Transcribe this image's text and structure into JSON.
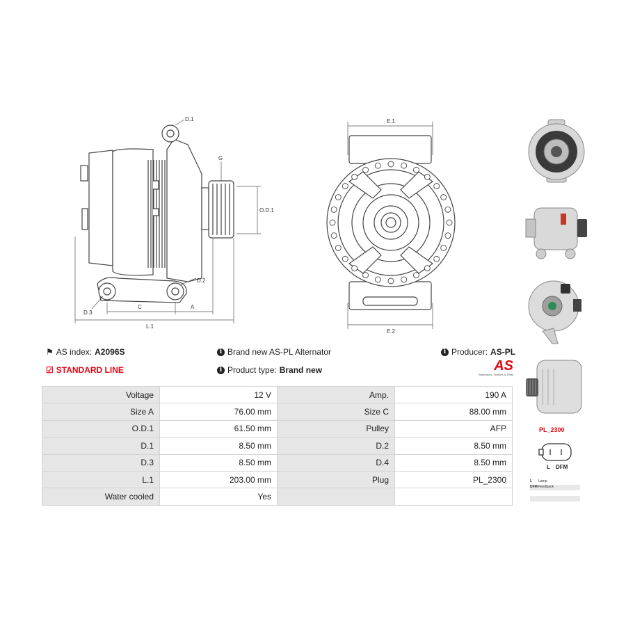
{
  "drawing": {
    "side_labels": {
      "d1": "D.1",
      "g": "G",
      "od1": "O.D.1",
      "d2": "D.2",
      "d3": "D.3",
      "c": "C",
      "a": "A",
      "l1": "L.1"
    },
    "front_labels": {
      "e1": "E.1",
      "e2": "E.2"
    }
  },
  "info": {
    "as_index_label": "AS index:",
    "as_index_value": "A2096S",
    "brand_new_text": "Brand new AS-PL Alternator",
    "producer_label": "Producer:",
    "producer_value": "AS-PL",
    "standard_line": "STANDARD LINE",
    "product_type_label": "Product type:",
    "product_type_value": "Brand new",
    "logo_text": "AS",
    "logo_tagline": "Alternators, Starters & Parts"
  },
  "specs": [
    [
      "Voltage",
      "12 V",
      "Amp.",
      "190 A"
    ],
    [
      "Size A",
      "76.00 mm",
      "Size C",
      "88.00 mm"
    ],
    [
      "O.D.1",
      "61.50 mm",
      "Pulley",
      "AFP"
    ],
    [
      "D.1",
      "8.50 mm",
      "D.2",
      "8.50 mm"
    ],
    [
      "D.3",
      "8.50 mm",
      "D.4",
      "8.50 mm"
    ],
    [
      "L.1",
      "203.00 mm",
      "Plug",
      "PL_2300"
    ],
    [
      "Water cooled",
      "Yes",
      "",
      ""
    ]
  ],
  "plug": {
    "code": "PL_2300",
    "pin_labels": [
      "L",
      "DFM"
    ],
    "legend": [
      {
        "pin": "L",
        "desc": "Lamp"
      },
      {
        "pin": "DFM",
        "desc": "Feedback"
      }
    ]
  },
  "colors": {
    "accent_red": "#e30613",
    "table_label_bg": "#e6e6e6",
    "table_border": "#d4d4d4"
  }
}
